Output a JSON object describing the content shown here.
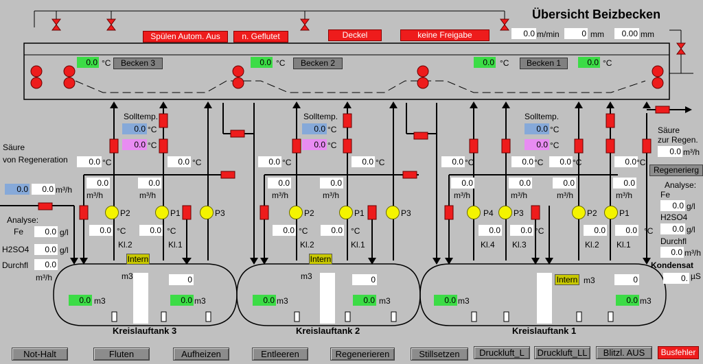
{
  "header": {
    "title": "Übersicht Beizbecken",
    "speed_value": "0.0",
    "speed_unit": "m/min",
    "mm1_value": "0",
    "mm1_unit": "mm",
    "mm2_value": "0.00",
    "mm2_unit": "mm"
  },
  "alarms": [
    "Spülen Autom. Aus",
    "n. Geflutet",
    "Deckel",
    "keine Freigabe"
  ],
  "basins": [
    {
      "temp": "0.0",
      "unit": "°C",
      "label": "Becken 3"
    },
    {
      "temp": "0.0",
      "unit": "°C",
      "label": "Becken 2"
    },
    {
      "temp": "0.0",
      "unit": "°C",
      "label": "Becken 1"
    },
    {
      "temp": "0.0",
      "unit": "°C"
    }
  ],
  "left": {
    "acid_from_regen_line1": "Säure",
    "acid_from_regen_line2": "von Regeneration",
    "acid_temp": "0.0",
    "temp_unit": "°C",
    "flow_blue": "0.0",
    "flow_value": "0.0",
    "flow_unit": "m³/h",
    "analysis_label": "Analyse:",
    "fe_label": "Fe",
    "fe_value": "0.0",
    "gl": "g/l",
    "h2so4_label": "H2SO4",
    "h2so4_value": "0.0",
    "durchfl_label": "Durchfl",
    "durchfl_value": "0.0",
    "durchfl_unit": "m³/h"
  },
  "right": {
    "acid_to_regen_line1": "Säure",
    "acid_to_regen_line2": "zur Regen.",
    "acid_flow": "0.0",
    "acid_flow_unit": "m³/h",
    "regen_button": "Regenerierg",
    "analysis_label": "Analyse:",
    "fe_label": "Fe",
    "fe_value": "0.0",
    "gl": "g/l",
    "h2so4_label": "H2SO4",
    "h2so4_value": "0.0",
    "durchfl_label": "Durchfl",
    "durchfl_value": "0.0",
    "durchfl_unit": "m³/h",
    "kondensat_label": "Kondensat",
    "kondensat_value": "0.",
    "kondensat_unit": "µS"
  },
  "solltemp": [
    {
      "label": "Solltemp.",
      "blue": "0.0",
      "pink": "0.0",
      "unit": "°C"
    },
    {
      "label": "Solltemp.",
      "blue": "0.0",
      "pink": "0.0",
      "unit": "°C"
    },
    {
      "label": "Solltemp.",
      "blue": "0.0",
      "pink": "0.0",
      "unit": "°C"
    }
  ],
  "temps": [
    {
      "v": "0.0",
      "u": "°C"
    },
    {
      "v": "0.0",
      "u": "°C"
    },
    {
      "v": "0.0",
      "u": "°C"
    },
    {
      "v": "0.0",
      "u": "°C"
    },
    {
      "v": "0.0",
      "u": "°C"
    },
    {
      "v": "0.0",
      "u": "°C"
    },
    {
      "v": "0.0",
      "u": "°C"
    }
  ],
  "flows": [
    {
      "v": "0.0",
      "u": "m³/h"
    },
    {
      "v": "0.0",
      "u": "m³/h"
    },
    {
      "v": "0.0",
      "u": "m³/h"
    },
    {
      "v": "0.0",
      "u": "m³/h"
    },
    {
      "v": "0.0",
      "u": "m³/h"
    },
    {
      "v": "0.0",
      "u": "m³/h"
    },
    {
      "v": "0.0",
      "u": "m³/h"
    },
    {
      "v": "0.0",
      "u": "m³/h"
    }
  ],
  "pumps": [
    "P2",
    "P1",
    "P3",
    "P2",
    "P1",
    "P3",
    "P4",
    "P3",
    "P2",
    "P1"
  ],
  "coolers": [
    {
      "v": "0.0",
      "u": "°C",
      "k": "Kl.2"
    },
    {
      "v": "0.0",
      "u": "°C",
      "k": "Kl.1"
    },
    {
      "v": "0.0",
      "u": "°C",
      "k": "Kl.2"
    },
    {
      "v": "0.0",
      "u": "°C",
      "k": "Kl.1"
    },
    {
      "v": "0.0",
      "u": "",
      "k": "Kl.4"
    },
    {
      "v": "0.0",
      "u": "°C",
      "k": "Kl.3"
    },
    {
      "v": "0.0",
      "u": "",
      "k": "Kl.2"
    },
    {
      "v": "0.0",
      "u": "°C",
      "k": "Kl.1"
    }
  ],
  "tanks": [
    {
      "name": "Kreislauftank 3",
      "intern": "Intern",
      "m3": "m3",
      "white_val": "0",
      "green1": "0.0",
      "green2": "0.0"
    },
    {
      "name": "Kreislauftank 2",
      "intern": "Intern",
      "m3": "m3",
      "white_val": "0",
      "green1": "0.0",
      "green2": "0.0"
    },
    {
      "name": "Kreislauftank 1",
      "intern": "Intern",
      "m3": "m3",
      "white_val": "0",
      "green1": "0.0",
      "green2": "0.0"
    }
  ],
  "buttons": [
    "Not-Halt",
    "Fluten",
    "Aufheizen",
    "Entleeren",
    "Regenerieren",
    "Stillsetzen",
    "Druckluft_L",
    "Druckluft_LL",
    "Blitzl. AUS",
    "Busfehler"
  ],
  "colors": {
    "alarm": "#ee1c1c",
    "ok_value": "#3cdc46",
    "setpoint_blue": "#86a9d9",
    "setpoint_pink": "#e88cf2",
    "pump": "#f4f400",
    "background": "#c0c0c0"
  }
}
